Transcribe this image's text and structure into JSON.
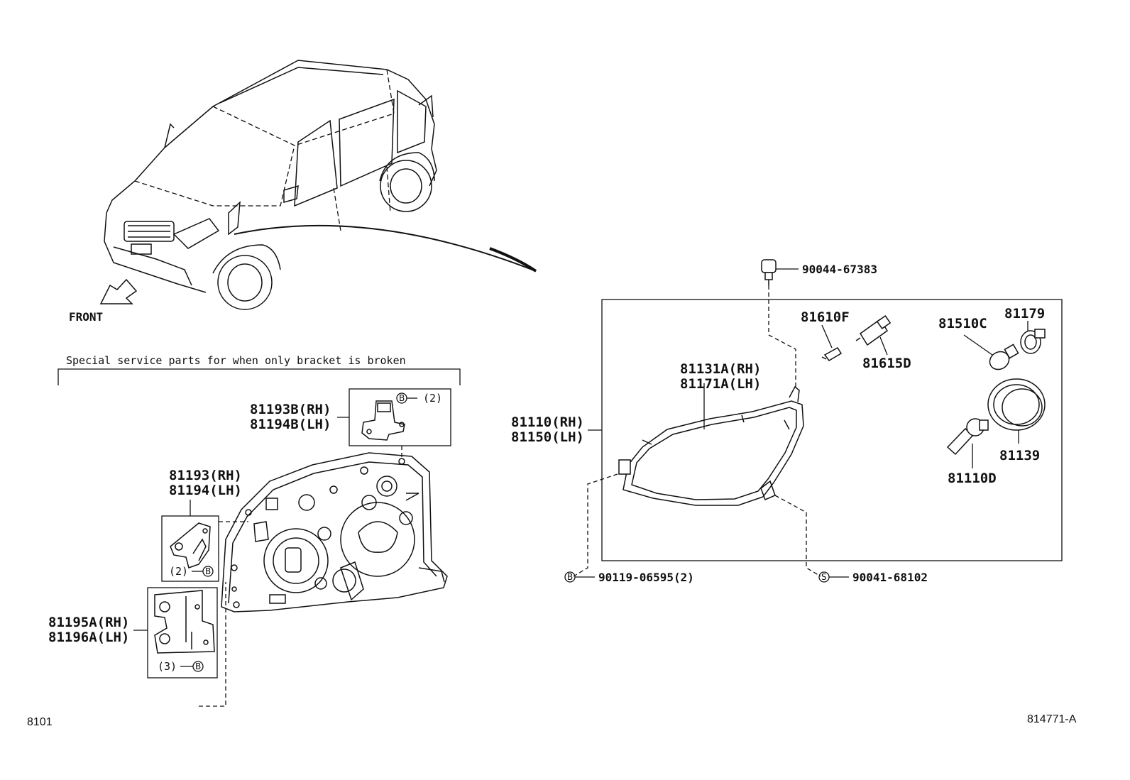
{
  "front_label": "FRONT",
  "note": "Special service parts for when only bracket is broken",
  "corner_left": "8101",
  "corner_right": "814771-A",
  "circled": {
    "b": "B",
    "s": "S"
  },
  "parts": {
    "p_81193b_rh": "81193B(RH)",
    "p_81194b_lh": "81194B(LH)",
    "p_81193b_qty": "(2)",
    "p_81193_rh": "81193(RH)",
    "p_81194_lh": "81194(LH)",
    "p_81193_qty": "(2)",
    "p_81195a_rh": "81195A(RH)",
    "p_81196a_lh": "81196A(LH)",
    "p_81195a_qty": "(3)",
    "p_90044": "90044-67383",
    "p_81610f": "81610F",
    "p_81615d": "81615D",
    "p_81510c": "81510C",
    "p_81179": "81179",
    "p_81131a_rh": "81131A(RH)",
    "p_81171a_lh": "81171A(LH)",
    "p_81110_rh": "81110(RH)",
    "p_81150_lh": "81150(LH)",
    "p_81139": "81139",
    "p_81110d": "81110D",
    "p_90119": "90119-06595(2)",
    "p_90041": "90041-68102"
  }
}
